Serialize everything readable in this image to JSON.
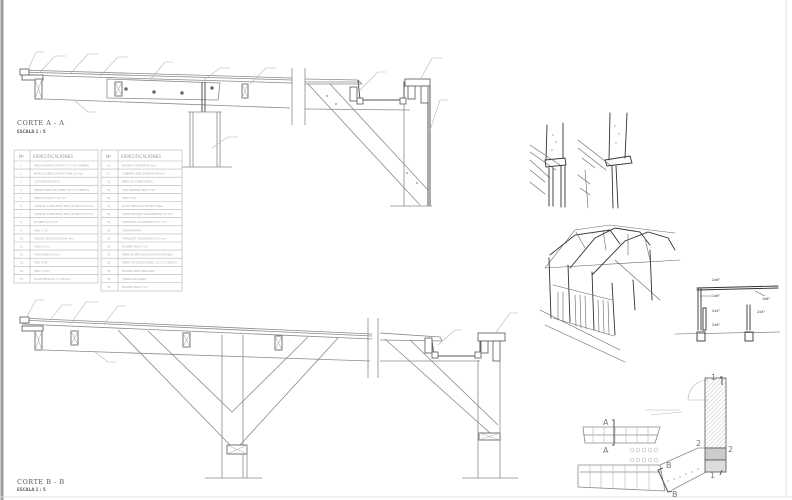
{
  "sections": {
    "a": {
      "title": "CORTE  A - A",
      "scale": "ESCALA 1 : 5"
    },
    "b": {
      "title": "CORTE  B - B",
      "scale": "ESCALA 1 : 5"
    }
  },
  "spec_table": {
    "col_no": "Nº",
    "col_spec": "ESPECIFICACIONES",
    "left_rows": [
      {
        "n": "1",
        "t": "PIEZA MADERA ESTRUCT. 2\" x 6\" (ARRIBA)"
      },
      {
        "n": "2",
        "t": "MARCO ACERO ESTRUCTURAL 10 mm"
      },
      {
        "n": "3",
        "t": "COSTANE METALICO"
      },
      {
        "n": "4",
        "t": "PERNOS ANCLAJE ACERO 1/2\" C/ TUERCAS"
      },
      {
        "n": "5",
        "t": "PERFIL ESTRUCT. 10 mm"
      },
      {
        "n": "6",
        "t": "CANALES LAMELADOS MAD. BLANCA 2x3 mm"
      },
      {
        "n": "7",
        "t": "CANALES LAMELADOS MAD. BLANCA 2x3 mm"
      },
      {
        "n": "8",
        "t": "PILARES 10 mm Ø"
      },
      {
        "n": "9",
        "t": "PINO 2\"x3\""
      },
      {
        "n": "10",
        "t": "ANGULO METALICO 50x50 mm"
      },
      {
        "n": "11",
        "t": "OSB 15 mm"
      },
      {
        "n": "12",
        "t": "TRASLAPADO 6 mm"
      },
      {
        "n": "13",
        "t": "PINO 2\"x6\""
      },
      {
        "n": "14",
        "t": "PINO 2\"x10\""
      },
      {
        "n": "15",
        "t": "PILAR METALICO 4\" 100 mm"
      }
    ],
    "right_rows": [
      {
        "n": "16",
        "t": "MADERA ESPESOR 40 mm"
      },
      {
        "n": "17",
        "t": "CUBIERTA ZINC ESPESOR 40 mm"
      },
      {
        "n": "18",
        "t": "PERFILES CONECTORES"
      },
      {
        "n": "19",
        "t": "VIGA MADERA PINO 2\"x8\""
      },
      {
        "n": "20",
        "t": "PINO 2\"x4\""
      },
      {
        "n": "21",
        "t": "PLACA METALICA ESTRUCTURAL"
      },
      {
        "n": "22",
        "t": "CANALETA ZINC GALVANIZADO 0.5 mm"
      },
      {
        "n": "23",
        "t": "TAPAJUNTA GALVANIZADO 0.5 mm"
      },
      {
        "n": "24",
        "t": "CONTRAPERFIL"
      },
      {
        "n": "25",
        "t": "TAPAJUNTA GALVANIZADO 0.5 mm"
      },
      {
        "n": "26",
        "t": "MADERA PINO 2\"x3\""
      },
      {
        "n": "27",
        "t": "PERFILES METALICOS ESTRUCTURALES"
      },
      {
        "n": "28",
        "t": "PERFIL METALICO ACERO 1/2\" C/ TUERCAS"
      },
      {
        "n": "29",
        "t": "MADERA PINO TINGLADO"
      },
      {
        "n": "30",
        "t": "TORNILLOS ACERO"
      },
      {
        "n": "31",
        "t": "MADERA PINO 2\"x3\""
      }
    ]
  },
  "sketch_detail_labels": [
    "2x6\"",
    "1x6\"",
    "2x4\"",
    "2x6\"",
    "1x6\"",
    "2x4\""
  ],
  "plan_labels": {
    "a1": "A",
    "a2": "A",
    "b1": "B",
    "b2": "B",
    "n1_top": "1",
    "n1_bot": "1",
    "n2_left": "2",
    "n2_right": "2"
  },
  "colors": {
    "line": "#8a8a8a",
    "sketch": "#333333",
    "background": "#ffffff"
  }
}
